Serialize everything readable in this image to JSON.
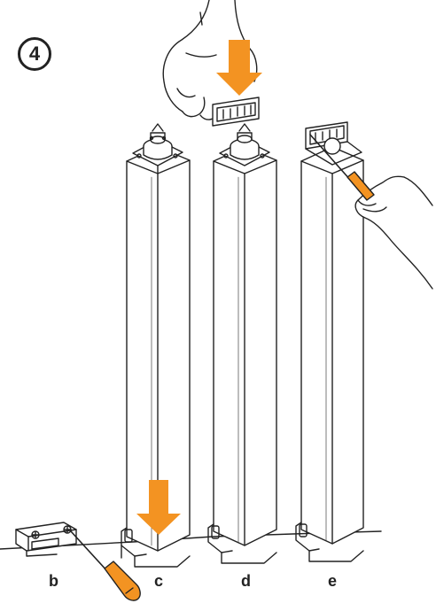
{
  "step": {
    "number": "4"
  },
  "labels": {
    "b": "b",
    "c": "c",
    "d": "d",
    "e": "e"
  },
  "colors": {
    "accent": "#f39322",
    "line": "#222222",
    "fill": "#ffffff"
  },
  "icons": [
    "hand-icon",
    "screwdriver-icon",
    "down-arrow-icon",
    "connector-plug-icon",
    "bracket-icon",
    "cap-icon"
  ]
}
